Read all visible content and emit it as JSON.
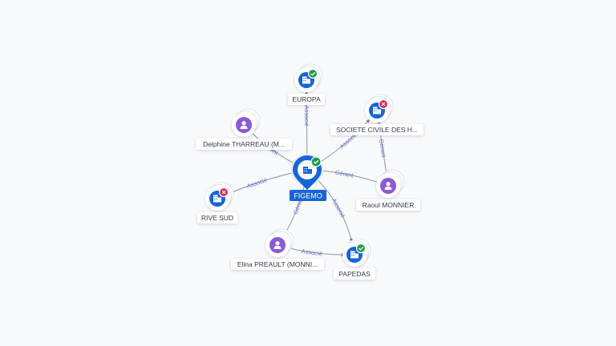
{
  "colors": {
    "company": "#1565d8",
    "person": "#8b5ad6",
    "edge": "#8d93a8",
    "edge_label": "#6b74c9",
    "status_active": "#1f9d4f",
    "status_closed": "#e0294f",
    "central_bg": "#1565d8"
  },
  "center": {
    "label": "FIGEMO",
    "type": "company",
    "icon": "building-icon",
    "status": "active"
  },
  "nodes": [
    {
      "id": "europa",
      "label": "EUROPA",
      "type": "company",
      "icon": "building-icon",
      "status": "active"
    },
    {
      "id": "societe",
      "label": "SOCIETE CIVILE DES H...",
      "type": "company",
      "icon": "building-icon",
      "status": "closed"
    },
    {
      "id": "raoul",
      "label": "Raoul MONNIER",
      "type": "person",
      "icon": "person-icon"
    },
    {
      "id": "papedas",
      "label": "PAPEDAS",
      "type": "company",
      "icon": "building-icon",
      "status": "active"
    },
    {
      "id": "elina",
      "label": "Elina PREAULT (MONNI...",
      "type": "person",
      "icon": "person-icon"
    },
    {
      "id": "rive",
      "label": "RIVE SUD",
      "type": "company",
      "icon": "building-icon",
      "status": "closed"
    },
    {
      "id": "delphine",
      "label": "Delphine THARREAU (M...",
      "type": "person",
      "icon": "person-icon"
    }
  ],
  "edges": [
    {
      "from": "center",
      "to": "europa",
      "label": "Associé"
    },
    {
      "from": "center",
      "to": "societe",
      "label": "Associé"
    },
    {
      "from": "raoul",
      "to": "center",
      "label": "Gérant"
    },
    {
      "from": "raoul",
      "to": "societe",
      "label": "Gérant"
    },
    {
      "from": "center",
      "to": "papedas",
      "label": "Associé"
    },
    {
      "from": "elina",
      "to": "papedas",
      "label": "Associé"
    },
    {
      "from": "elina",
      "to": "center",
      "label": "Gérant"
    },
    {
      "from": "center",
      "to": "rive",
      "label": "Associé"
    },
    {
      "from": "delphine",
      "to": "center",
      "label": "Gérant"
    }
  ]
}
